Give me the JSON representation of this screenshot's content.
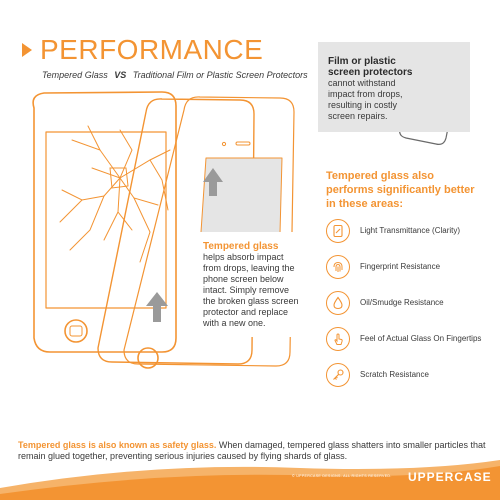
{
  "header": {
    "title": "PERFORMANCE",
    "subtitle_left": "Tempered Glass",
    "subtitle_vs": "VS",
    "subtitle_right": "Traditional Film or Plastic Screen Protectors"
  },
  "film_callout": {
    "heading": "Film or plastic screen protectors",
    "body": "cannot withstand impact from drops, resulting in costly screen repairs."
  },
  "tempered_callout": {
    "heading": "Tempered glass",
    "body": "helps absorb impact from drops, leaving the phone screen below intact. Simply remove the broken glass screen protector and replace with a new one."
  },
  "performance": {
    "heading": "Tempered glass also performs significantly better in these areas:",
    "features": [
      {
        "label": "Light Transmittance (Clarity)",
        "icon": "phone-clarity-icon"
      },
      {
        "label": "Fingerprint Resistance",
        "icon": "fingerprint-icon"
      },
      {
        "label": "Oil/Smudge Resistance",
        "icon": "droplet-icon"
      },
      {
        "label": "Feel of Actual Glass On Fingertips",
        "icon": "finger-touch-icon"
      },
      {
        "label": "Scratch Resistance",
        "icon": "key-icon"
      }
    ]
  },
  "safety_note": {
    "highlight": "Tempered glass is also known as safety glass.",
    "body": " When damaged, tempered glass shatters into smaller particles that remain glued together, preventing serious injuries caused by flying shards of glass."
  },
  "footer": {
    "copyright": "© UPPERCASE DESIGNS. ALL RIGHTS RESERVED.",
    "brand": "UPPERCASE"
  },
  "colors": {
    "accent": "#f39433",
    "text": "#3a3a3a",
    "panel": "#e5e5e5"
  }
}
